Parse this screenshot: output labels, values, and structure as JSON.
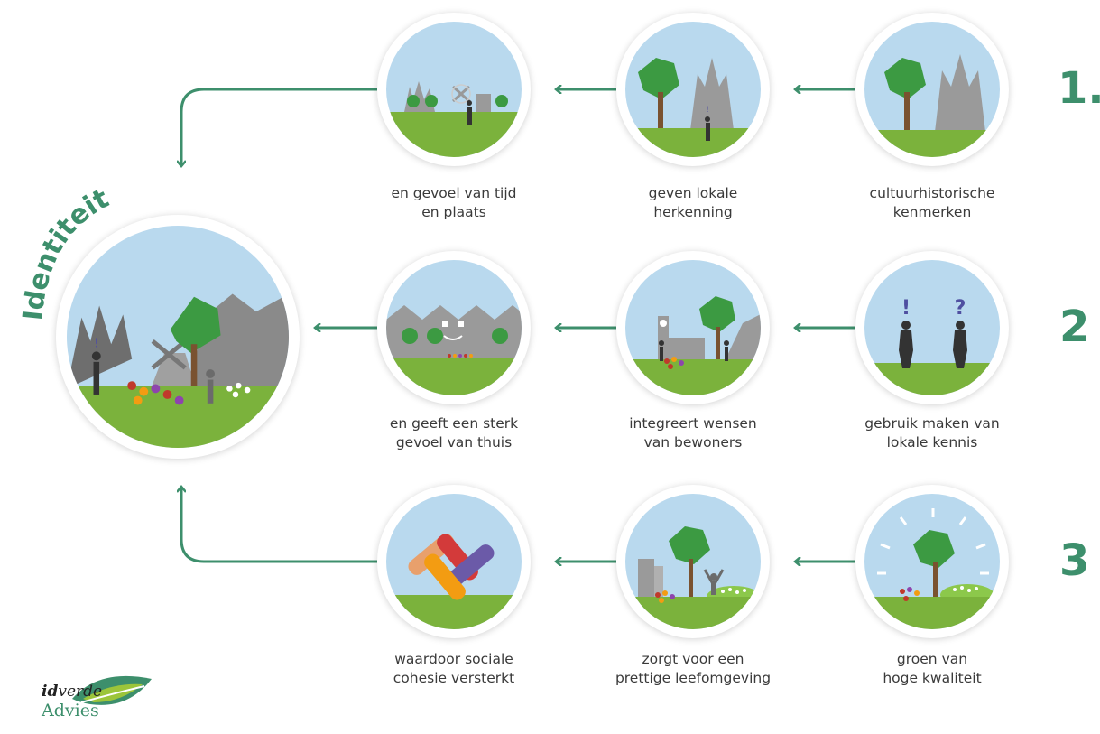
{
  "rows": [
    {
      "number": "1.",
      "steps": [
        {
          "caption_line1": "en gevoel van tijd",
          "caption_line2": "en plaats"
        },
        {
          "caption_line1": "geven lokale",
          "caption_line2": "herkenning"
        },
        {
          "caption_line1": "cultuurhistorische",
          "caption_line2": "kenmerken"
        }
      ]
    },
    {
      "number": "2",
      "steps": [
        {
          "caption_line1": "en geeft een sterk",
          "caption_line2": "gevoel van thuis"
        },
        {
          "caption_line1": "integreert wensen",
          "caption_line2": "van bewoners"
        },
        {
          "caption_line1": "gebruik maken van",
          "caption_line2": "lokale kennis"
        }
      ]
    },
    {
      "number": "3",
      "steps": [
        {
          "caption_line1": "waardoor sociale",
          "caption_line2": "cohesie versterkt"
        },
        {
          "caption_line1": "zorgt voor een",
          "caption_line2": "prettige leefomgeving"
        },
        {
          "caption_line1": "groen van",
          "caption_line2": "hoge kwaliteit"
        }
      ]
    }
  ],
  "center_label": "Identiteit",
  "logo": {
    "line1_bold": "id",
    "line1_rest": "verde",
    "line2": "Advies"
  },
  "colors": {
    "accent": "#3d8f6c",
    "sky": "#b9d9ee",
    "grass": "#7bb23c",
    "tree": "#3c9a42",
    "building": "#9a9a9a"
  }
}
